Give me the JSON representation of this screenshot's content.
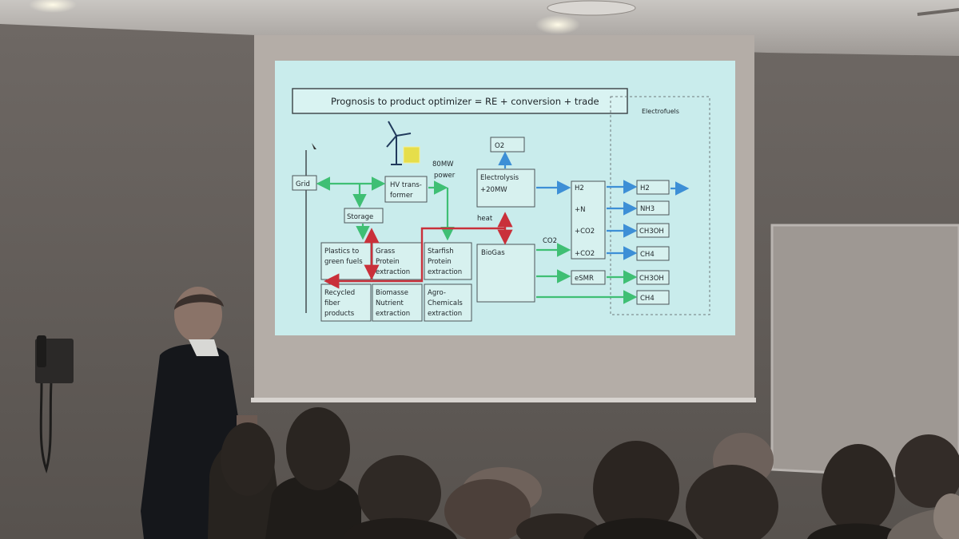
{
  "slide": {
    "title": "Prognosis to product optimizer = RE + conversion + trade",
    "electrofuels_label": "Electrofuels",
    "boxes": {
      "grid": "Grid",
      "hv_1": "HV trans-",
      "hv_2": "former",
      "storage": "Storage",
      "o2": "O2",
      "electrolysis_1": "Electrolysis",
      "electrolysis_2": "+20MW",
      "biogas": "BioGas",
      "plastics_1": "Plastics to",
      "plastics_2": "green fuels",
      "grass_1": "Grass",
      "grass_2": "Protein",
      "grass_3": "extraction",
      "starfish_1": "Starfish",
      "starfish_2": "Protein",
      "starfish_3": "extraction",
      "recycled_1": "Recycled",
      "recycled_2": "fiber",
      "recycled_3": "products",
      "biomasse_1": "Biomasse",
      "biomasse_2": "Nutrient",
      "biomasse_3": "extraction",
      "agro_1": "Agro-",
      "agro_2": "Chemicals",
      "agro_3": "extraction",
      "esmr": "eSMR"
    },
    "column_labels": [
      "H2",
      "+N",
      "+CO2",
      "+CO2"
    ],
    "outputs": [
      "H2",
      "NH3",
      "CH3OH",
      "CH4",
      "CH3OH",
      "CH4"
    ],
    "annotations": {
      "power_1": "80MW",
      "power_2": "power",
      "heat": "heat",
      "co2": "CO2"
    }
  },
  "colors": {
    "slide_bg": "#c9ecec",
    "arrow_green": "#3fbf74",
    "arrow_blue": "#3d8fd6",
    "arrow_red": "#c9303a",
    "wall": "#8a837e",
    "screen_frame": "#b4ada7"
  },
  "icons": [
    "wind-turbine-icon",
    "solar-panel-icon",
    "wall-phone-icon"
  ]
}
